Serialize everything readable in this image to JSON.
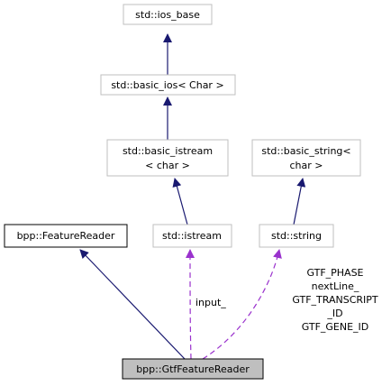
{
  "diagram": {
    "nodes": {
      "ios_base": {
        "label": "std::ios_base"
      },
      "basic_ios": {
        "label": "std::basic_ios< Char >"
      },
      "basic_istream": {
        "lines": [
          "std::basic_istream",
          "< char >"
        ]
      },
      "basic_string": {
        "lines": [
          "std::basic_string<",
          "char >"
        ]
      },
      "feature_reader": {
        "label": "bpp::FeatureReader"
      },
      "istream": {
        "label": "std::istream"
      },
      "string": {
        "label": "std::string"
      },
      "gtf_feature_reader": {
        "label": "bpp::GtfFeatureReader"
      }
    },
    "edges": {
      "input_label": "input_",
      "string_labels": [
        "GTF_PHASE",
        "nextLine_",
        "GTF_TRANSCRIPT",
        "_ID",
        "GTF_GENE_ID"
      ]
    },
    "colors": {
      "inheritance_edge": "#191970",
      "member_edge": "#9a32cd",
      "node_border": "#bfbfbf",
      "focus_node_fill": "#bfbfbf",
      "focus_node_border": "#000000"
    }
  }
}
